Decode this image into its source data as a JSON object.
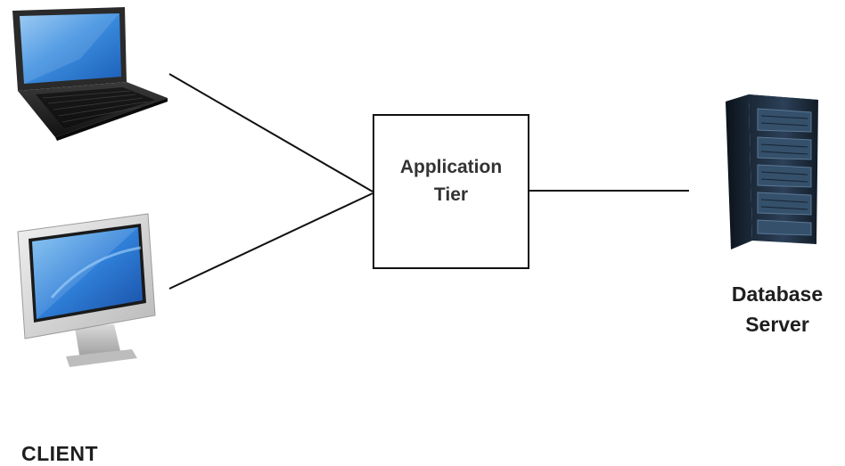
{
  "application_tier": {
    "label": "Application\nTier"
  },
  "database_server": {
    "label": "Database\nServer",
    "icon": "server-rack-icon"
  },
  "client": {
    "label": "CLIENT",
    "icons": [
      "laptop-icon",
      "desktop-monitor-icon"
    ]
  },
  "colors": {
    "line": "#111111",
    "screen_blue": "#2f7fd8",
    "server_dark": "#1c2a3a",
    "label_text": "#1e1e1e"
  }
}
